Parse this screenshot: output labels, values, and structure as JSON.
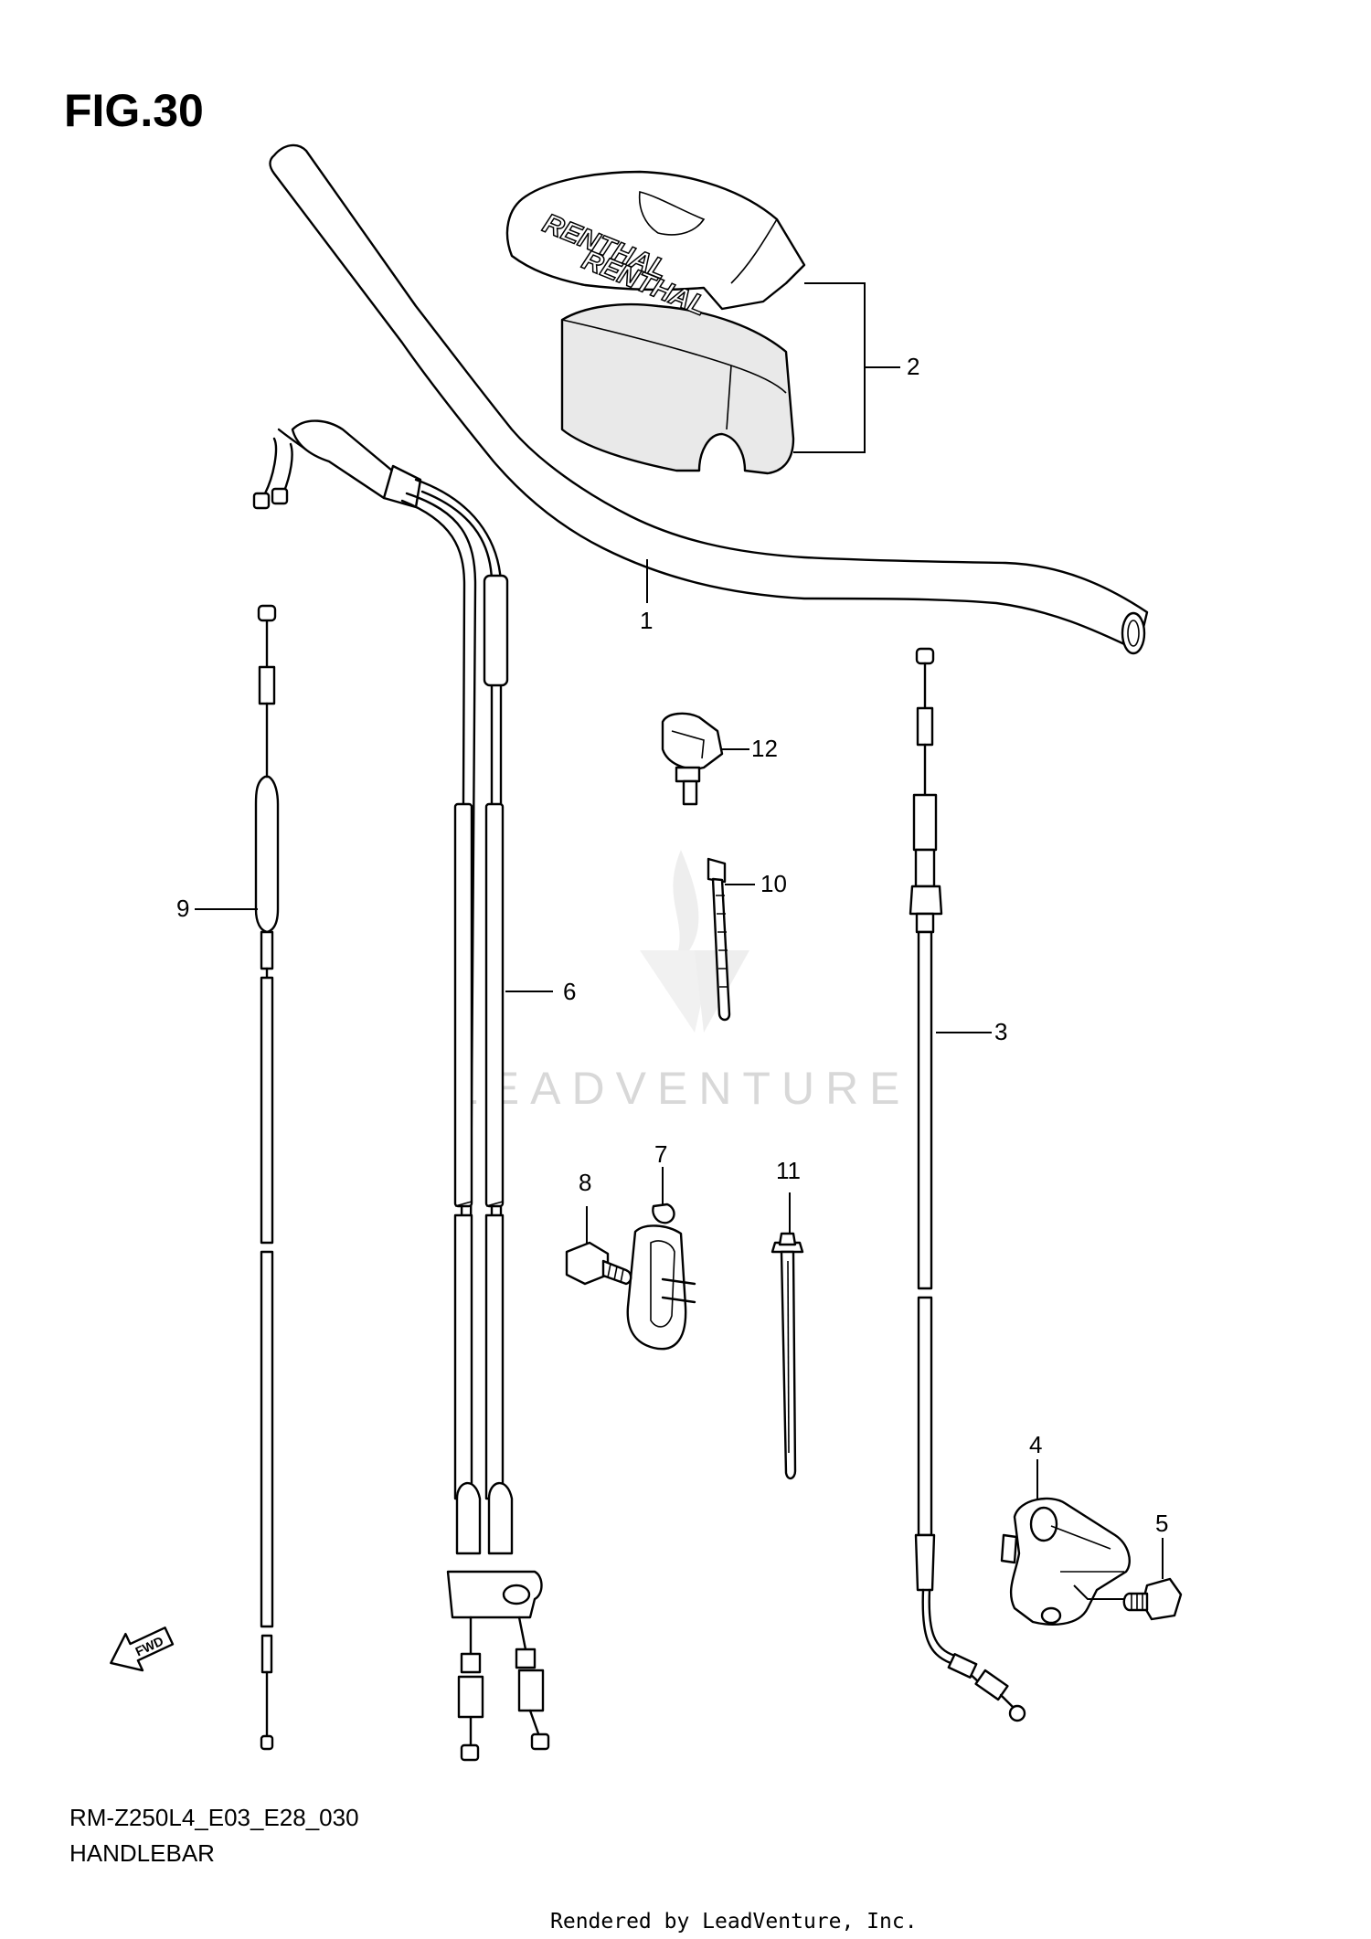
{
  "figure": {
    "title": "FIG.30",
    "code": "RM-Z250L4_E03_E28_030",
    "name": "HANDLEBAR"
  },
  "callouts": [
    {
      "id": "1",
      "label": "1"
    },
    {
      "id": "2",
      "label": "2"
    },
    {
      "id": "3",
      "label": "3"
    },
    {
      "id": "4",
      "label": "4"
    },
    {
      "id": "5",
      "label": "5"
    },
    {
      "id": "6",
      "label": "6"
    },
    {
      "id": "7",
      "label": "7"
    },
    {
      "id": "8",
      "label": "8"
    },
    {
      "id": "9",
      "label": "9"
    },
    {
      "id": "10",
      "label": "10"
    },
    {
      "id": "11",
      "label": "11"
    },
    {
      "id": "12",
      "label": "12"
    }
  ],
  "pad_brand": "RENTHAL",
  "direction_marker": "FWD",
  "watermark": "LEADVENTURE",
  "rendered_by": "Rendered by LeadVenture, Inc.",
  "icons": [
    "fwd-arrow-icon",
    "leadventure-watermark-logo"
  ]
}
